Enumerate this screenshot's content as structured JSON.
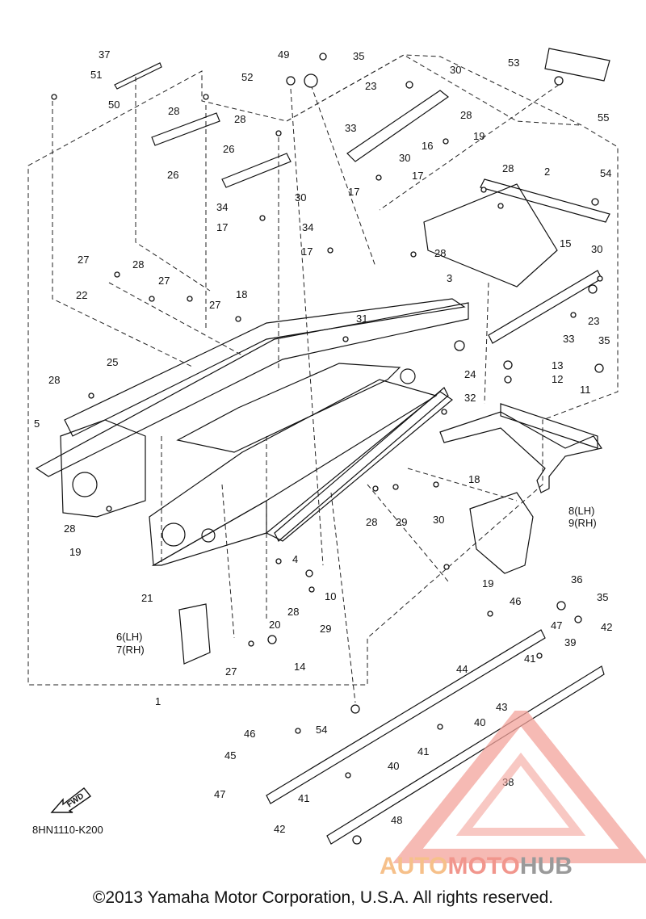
{
  "diagram": {
    "part_numbers": [
      "37",
      "51",
      "50",
      "28",
      "26",
      "28",
      "26",
      "49",
      "35",
      "52",
      "30",
      "23",
      "33",
      "16",
      "28",
      "19",
      "53",
      "55",
      "34",
      "17",
      "30",
      "17",
      "30",
      "17",
      "34",
      "17",
      "18",
      "27",
      "22",
      "28",
      "27",
      "27",
      "28",
      "2",
      "54",
      "28",
      "3",
      "15",
      "30",
      "23",
      "33",
      "35",
      "31",
      "24",
      "25",
      "28",
      "5",
      "13",
      "12",
      "11",
      "32",
      "18",
      "28",
      "19",
      "8(LH)",
      "9(RH)",
      "28",
      "29",
      "30",
      "4",
      "28",
      "10",
      "29",
      "20",
      "21",
      "6(LH)",
      "7(RH)",
      "27",
      "14",
      "19",
      "36",
      "35",
      "46",
      "47",
      "42",
      "44",
      "39",
      "41",
      "43",
      "1",
      "54",
      "40",
      "46",
      "45",
      "41",
      "40",
      "38",
      "47",
      "41",
      "42",
      "48"
    ],
    "fwd_label": "FWD",
    "diagram_code": "8HN1110-K200",
    "copyright": "©2013 Yamaha Motor Corporation, U.S.A. All rights reserved."
  },
  "watermark": {
    "brand_part1": "AUTO",
    "brand_part2": "MOTO",
    "brand_part3": "HUB",
    "color_auto": "#f6c08a",
    "color_moto": "#f1968d",
    "color_hub": "#9a9a9a"
  }
}
